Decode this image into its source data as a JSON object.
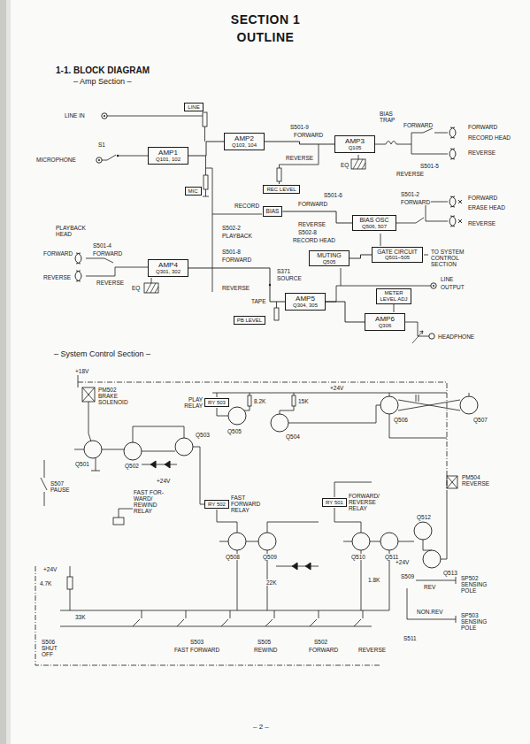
{
  "diagram": {
    "title": "SECTION 1 OUTLINE",
    "nodes": [
      {
        "text": [
          "LINE"
        ]
      },
      {
        "text": [
          "MIC"
        ]
      },
      {
        "text": [
          "AMP1",
          "Q101, 102"
        ]
      },
      {
        "text": [
          "AMP2",
          "Q103, 104"
        ]
      },
      {
        "text": [
          "AMP3",
          "Q105"
        ]
      },
      {
        "text": [
          "REC LEVEL"
        ]
      },
      {
        "text": [
          "BIAS"
        ]
      },
      {
        "text": [
          "BIAS OSC",
          "Q506, 507"
        ]
      },
      {
        "text": [
          "GATE CIRCUIT",
          "Q501~505"
        ]
      },
      {
        "text": [
          "MUTING",
          "Q505"
        ]
      },
      {
        "text": [
          "AMP4",
          "Q301, 302"
        ]
      },
      {
        "text": [
          "PB LEVEL"
        ]
      },
      {
        "text": [
          "AMP5",
          "Q304, 305"
        ]
      },
      {
        "text": [
          "METER LEVEL ADJ"
        ]
      },
      {
        "text": [
          "AMP6",
          "Q306"
        ]
      },
      {
        "text": [
          "PLAY RELAY",
          "RY 503"
        ]
      },
      {
        "text": [
          "RY 502",
          "FAST FORWARD RELAY"
        ]
      },
      {
        "text": [
          "RY 501",
          "FORWARD/ REVERSE RELAY"
        ]
      }
    ],
    "edges": [
      {
        "from": 2,
        "to": 3,
        "arrow": "none"
      },
      {
        "from": 3,
        "to": 4,
        "arrow": "none"
      },
      {
        "from": 6,
        "to": 7,
        "arrow": "none"
      },
      {
        "from": 8,
        "to": 9,
        "arrow": "none"
      },
      {
        "from": 10,
        "to": 12,
        "arrow": "none"
      },
      {
        "from": 12,
        "to": 14,
        "arrow": "none"
      }
    ],
    "labels": [
      "1-1. BLOCK DIAGRAM",
      "– Amp Section –",
      "LINE IN",
      "MICROPHONE",
      "S1",
      "S501-9",
      "FORWARD",
      "REVERSE",
      "EQ",
      "BIAS TRAP",
      "FORWARD",
      "REVERSE",
      "S501-5",
      "FORWARD",
      "RECORD HEAD",
      "REVERSE",
      "S501-6",
      "RECORD",
      "FORWARD",
      "S502-2",
      "PLAYBACK",
      "REVERSE",
      "S502-8",
      "RECORD HEAD",
      "S501-2",
      "FORWARD",
      "FORWARD",
      "ERASE HEAD",
      "REVERSE",
      "TO SYSTEM CONTROL SECTION",
      "PLAYBACK HEAD",
      "FORWARD",
      "S501-4",
      "FORWARD",
      "REVERSE",
      "REVERSE",
      "S501-8",
      "FORWARD",
      "REVERSE",
      "EQ",
      "S371",
      "SOURCE",
      "TAPE",
      "LINE",
      "OUTPUT",
      "HEADPHONE",
      "– System Control Section –",
      "+18V",
      "+24V",
      "PM502 BRAKE SOLENOID",
      "Q501",
      "Q502",
      "Q503",
      "Q504",
      "Q505",
      "Q506",
      "Q507",
      "Q508",
      "Q509",
      "Q510",
      "Q511",
      "Q512",
      "Q513",
      "S507 PAUSE",
      "FAST FOR- WARD/ REWIND RELAY",
      "+24V",
      "+24V",
      "+24V",
      "8.2K",
      "15K",
      "22K",
      "1.8K",
      "4.7K",
      "33K",
      "S506 SHUT OFF",
      "S503",
      "FAST FORWARD",
      "S505",
      "REWIND",
      "S502",
      "FORWARD",
      "REVERSE",
      "S509",
      "REV",
      "NON.REV",
      "SP502 SENSING POLE",
      "SP503 SENSING POLE",
      "S511",
      "PM504 REVERSE",
      "– 2 –"
    ]
  }
}
